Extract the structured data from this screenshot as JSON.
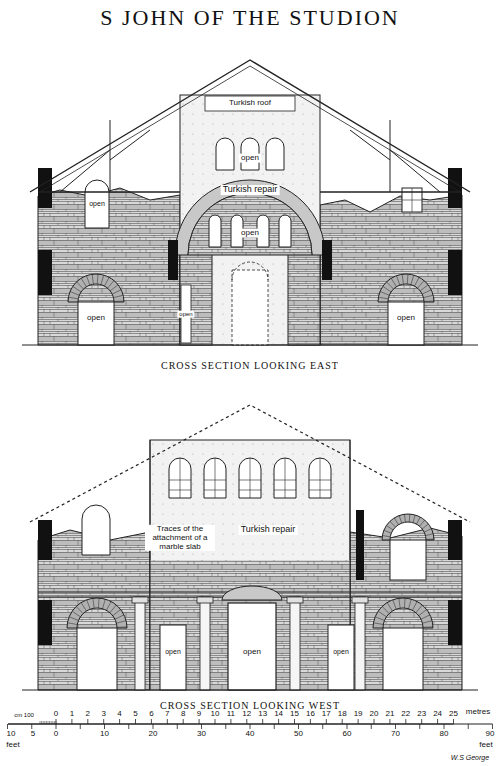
{
  "diagram": {
    "title": "S JOHN OF THE STUDION",
    "labels": [
      "Turkish roof",
      "open",
      "Turkish repair",
      "open",
      "open",
      "open",
      "open",
      "open",
      "CROSS SECTION LOOKING EAST",
      "Traces of the attachment of a marble slab",
      "Turkish repair",
      "open",
      "open",
      "open",
      "CROSS SECTION LOOKING WEST",
      "cm 100",
      "0",
      "1",
      "2",
      "3",
      "4",
      "5",
      "6",
      "7",
      "8",
      "9",
      "10",
      "11",
      "12",
      "13",
      "14",
      "15",
      "16",
      "17",
      "18",
      "19",
      "20",
      "21",
      "22",
      "23",
      "24",
      "25",
      "metres",
      "10",
      "5",
      "0",
      "10",
      "20",
      "30",
      "40",
      "50",
      "60",
      "70",
      "80",
      "90",
      "feet",
      "feet",
      "W.S George"
    ]
  }
}
